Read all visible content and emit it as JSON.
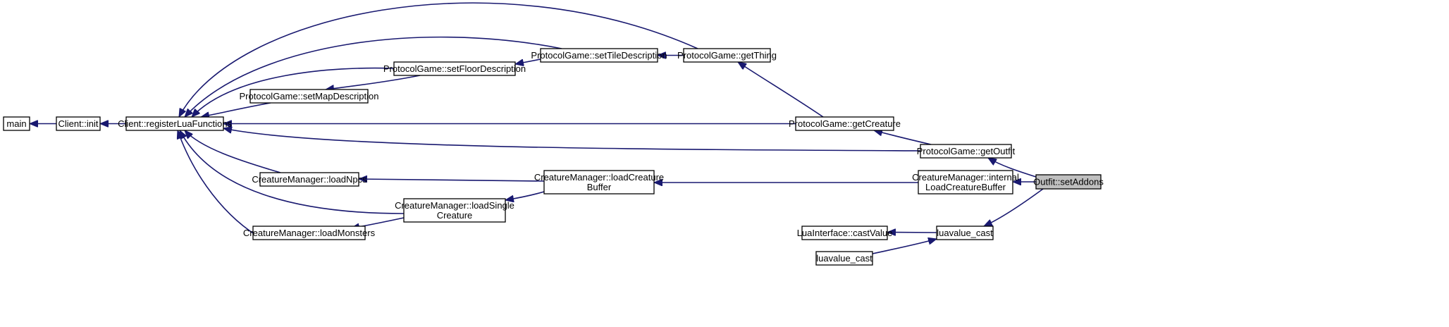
{
  "diagram": {
    "type": "call-graph",
    "nodes": [
      {
        "id": "main",
        "lines": [
          "main"
        ]
      },
      {
        "id": "client_init",
        "lines": [
          "Client::init"
        ]
      },
      {
        "id": "register_lua",
        "lines": [
          "Client::registerLuaFunctions"
        ]
      },
      {
        "id": "set_map_desc",
        "lines": [
          "ProtocolGame::setMapDescription"
        ]
      },
      {
        "id": "set_floor_desc",
        "lines": [
          "ProtocolGame::setFloorDescription"
        ]
      },
      {
        "id": "set_tile_desc",
        "lines": [
          "ProtocolGame::setTileDescription"
        ]
      },
      {
        "id": "get_thing",
        "lines": [
          "ProtocolGame::getThing"
        ]
      },
      {
        "id": "get_creature",
        "lines": [
          "ProtocolGame::getCreature"
        ]
      },
      {
        "id": "get_outfit",
        "lines": [
          "ProtocolGame::getOutfit"
        ]
      },
      {
        "id": "load_npcs",
        "lines": [
          "CreatureManager::loadNpcs"
        ]
      },
      {
        "id": "load_creature_buffer",
        "lines": [
          "CreatureManager::loadCreature",
          "Buffer"
        ]
      },
      {
        "id": "internal_load_buffer",
        "lines": [
          "CreatureManager::internal",
          "LoadCreatureBuffer"
        ]
      },
      {
        "id": "load_single",
        "lines": [
          "CreatureManager::loadSingle",
          "Creature"
        ]
      },
      {
        "id": "load_monsters",
        "lines": [
          "CreatureManager::loadMonsters"
        ]
      },
      {
        "id": "lua_cast_value",
        "lines": [
          "LuaInterface::castValue"
        ]
      },
      {
        "id": "luavalue_cast_1",
        "lines": [
          "luavalue_cast"
        ]
      },
      {
        "id": "luavalue_cast_2",
        "lines": [
          "luavalue_cast"
        ]
      },
      {
        "id": "set_addons",
        "lines": [
          "Outfit::setAddons"
        ],
        "highlighted": true
      }
    ],
    "edges": [
      {
        "from": "client_init",
        "to": "main"
      },
      {
        "from": "register_lua",
        "to": "client_init"
      },
      {
        "from": "set_map_desc",
        "to": "register_lua"
      },
      {
        "from": "set_floor_desc",
        "to": "register_lua"
      },
      {
        "from": "set_floor_desc",
        "to": "set_map_desc"
      },
      {
        "from": "set_tile_desc",
        "to": "register_lua"
      },
      {
        "from": "set_tile_desc",
        "to": "set_floor_desc"
      },
      {
        "from": "get_thing",
        "to": "register_lua"
      },
      {
        "from": "get_thing",
        "to": "set_tile_desc"
      },
      {
        "from": "get_creature",
        "to": "register_lua"
      },
      {
        "from": "get_creature",
        "to": "get_thing"
      },
      {
        "from": "get_outfit",
        "to": "register_lua"
      },
      {
        "from": "get_outfit",
        "to": "get_creature"
      },
      {
        "from": "load_npcs",
        "to": "register_lua"
      },
      {
        "from": "load_monsters",
        "to": "register_lua"
      },
      {
        "from": "load_single",
        "to": "register_lua"
      },
      {
        "from": "load_single",
        "to": "load_monsters"
      },
      {
        "from": "load_creature_buffer",
        "to": "load_npcs"
      },
      {
        "from": "load_creature_buffer",
        "to": "load_single"
      },
      {
        "from": "internal_load_buffer",
        "to": "load_creature_buffer"
      },
      {
        "from": "luavalue_cast_1",
        "to": "lua_cast_value"
      },
      {
        "from": "luavalue_cast_2",
        "to": "luavalue_cast_1"
      },
      {
        "from": "set_addons",
        "to": "get_outfit"
      },
      {
        "from": "set_addons",
        "to": "internal_load_buffer"
      },
      {
        "from": "set_addons",
        "to": "luavalue_cast_1"
      }
    ],
    "colors": {
      "edge": "#191970",
      "highlight_fill": "#bfbfbf",
      "node_fill": "#ffffff",
      "node_stroke": "#000000"
    }
  }
}
